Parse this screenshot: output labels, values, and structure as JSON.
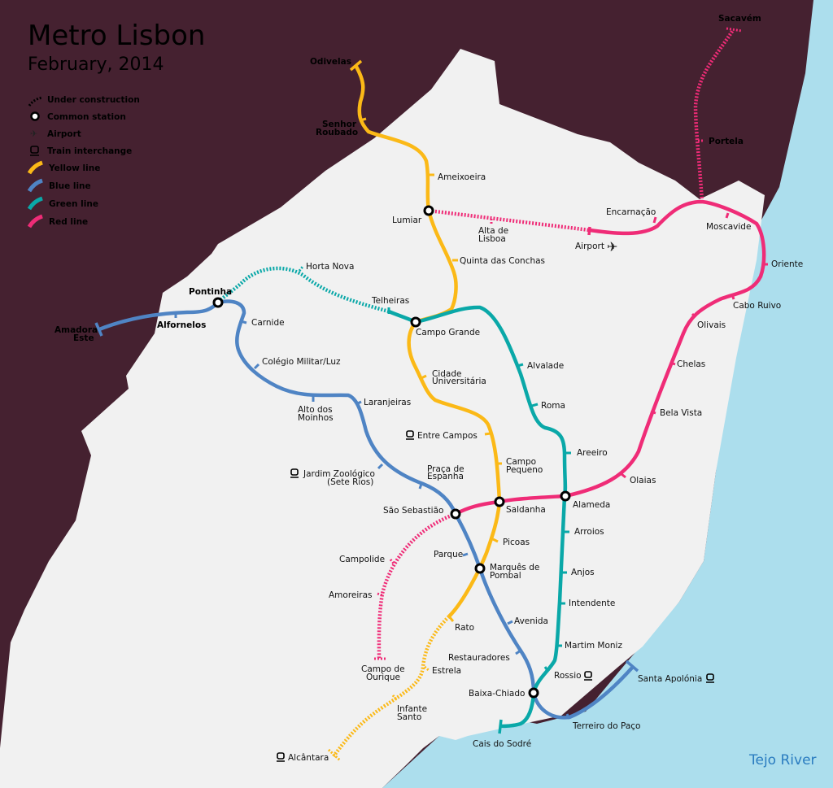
{
  "header": {
    "title": "Metro Lisbon",
    "subtitle": "February, 2014"
  },
  "colors": {
    "background_land_outside": "#452130",
    "land": "#f1f1f1",
    "river": "#acdeed",
    "yellow": "#fbb917",
    "blue": "#4f84c4",
    "green": "#0aa8a8",
    "red": "#ef2c77"
  },
  "legend": {
    "items": [
      {
        "icon": "under-construction-icon",
        "label": "Under construction"
      },
      {
        "icon": "common-station-icon",
        "label": "Common station"
      },
      {
        "icon": "airport-icon",
        "label": "Airport"
      },
      {
        "icon": "train-icon",
        "label": "Train interchange"
      },
      {
        "icon": "yellow-line-icon",
        "label": "Yellow line"
      },
      {
        "icon": "blue-line-icon",
        "label": "Blue line"
      },
      {
        "icon": "green-line-icon",
        "label": "Green line"
      },
      {
        "icon": "red-line-icon",
        "label": "Red line"
      }
    ]
  },
  "river_label": "Tejo River",
  "lines": {
    "yellow": {
      "name": "Yellow line",
      "stations": [
        "Odivelas",
        "Senhor Roubado",
        "Ameixoeira",
        "Lumiar",
        "Quinta das Conchas",
        "Campo Grande",
        "Cidade Universitária",
        "Entre Campos",
        "Campo Pequeno",
        "Saldanha",
        "Picoas",
        "Marquês de Pombal",
        "Rato"
      ],
      "under_construction": [
        "Estrela",
        "Infante Santo",
        "Alcântara"
      ]
    },
    "blue": {
      "name": "Blue line",
      "stations": [
        "Amadora Este",
        "Alfornelos",
        "Pontinha",
        "Carnide",
        "Colégio Militar/Luz",
        "Alto dos Moinhos",
        "Laranjeiras",
        "Jardim Zoológico (Sete Rios)",
        "Praça de Espanha",
        "São Sebastião",
        "Parque",
        "Marquês de Pombal",
        "Avenida",
        "Restauradores",
        "Baixa-Chiado",
        "Terreiro do Paço",
        "Santa Apolónia"
      ]
    },
    "green": {
      "name": "Green line",
      "stations": [
        "Telheiras",
        "Campo Grande",
        "Alvalade",
        "Roma",
        "Areeiro",
        "Alameda",
        "Arroios",
        "Anjos",
        "Intendente",
        "Martim Moniz",
        "Rossio",
        "Baixa-Chiado",
        "Cais do Sodré"
      ],
      "under_construction": [
        "Pontinha",
        "Horta Nova"
      ]
    },
    "red": {
      "name": "Red line",
      "stations": [
        "Airport",
        "Encarnação",
        "Moscavide",
        "Oriente",
        "Cabo Ruivo",
        "Olivais",
        "Chelas",
        "Bela Vista",
        "Olaias",
        "Alameda",
        "Saldanha",
        "São Sebastião"
      ],
      "under_construction": [
        "Lumiar",
        "Alta de Lisboa",
        "Portela",
        "Sacavém",
        "Campolide",
        "Amoreiras",
        "Campo de Ourique"
      ]
    }
  },
  "labels": {
    "odivelas": "Odivelas",
    "senhor_roubado_1": "Senhor",
    "senhor_roubado_2": "Roubado",
    "ameixoeira": "Ameixoeira",
    "lumiar": "Lumiar",
    "alta_lisboa_1": "Alta de",
    "alta_lisboa_2": "Lisboa",
    "quinta_conchas": "Quinta das Conchas",
    "horta_nova": "Horta Nova",
    "telheiras": "Telheiras",
    "campo_grande": "Campo Grande",
    "pontinha": "Pontinha",
    "alfornelos": "Alfornelos",
    "amadora_1": "Amadora",
    "amadora_2": "Este",
    "carnide": "Carnide",
    "colegio": "Colégio Militar/Luz",
    "alto_moinhos_1": "Alto dos",
    "alto_moinhos_2": "Moinhos",
    "laranjeiras": "Laranjeiras",
    "cidade_uni_1": "Cidade",
    "cidade_uni_2": "Universitária",
    "alvalade": "Alvalade",
    "roma": "Roma",
    "entre_campos": "Entre Campos",
    "campo_pequeno_1": "Campo",
    "campo_pequeno_2": "Pequeno",
    "areeiro": "Areeiro",
    "jardim_1": "Jardim Zoológico",
    "jardim_2": "(Sete Rios)",
    "praca_1": "Praça de",
    "praca_2": "Espanha",
    "sao_sebastiao": "São Sebastião",
    "saldanha": "Saldanha",
    "alameda": "Alameda",
    "arroios": "Arroios",
    "picoas": "Picoas",
    "parque": "Parque",
    "marques_1": "Marquês de",
    "marques_2": "Pombal",
    "campolide": "Campolide",
    "amoreiras": "Amoreiras",
    "anjos": "Anjos",
    "intendente": "Intendente",
    "avenida": "Avenida",
    "rato": "Rato",
    "martim_moniz": "Martim Moniz",
    "restauradores": "Restauradores",
    "campo_ourique_1": "Campo de",
    "campo_ourique_2": "Ourique",
    "estrela": "Estrela",
    "rossio": "Rossio",
    "santa_apolonia": "Santa Apolónia",
    "baixa_chiado": "Baixa-Chiado",
    "infante_1": "Infante",
    "infante_2": "Santo",
    "terreiro": "Terreiro do Paço",
    "cais_sodre": "Cais do Sodré",
    "alcantara": "Alcântara",
    "sacavem": "Sacavém",
    "portela": "Portela",
    "encarnacao": "Encarnação",
    "airport": "Airport",
    "moscavide": "Moscavide",
    "oriente": "Oriente",
    "cabo_ruivo": "Cabo Ruivo",
    "olivais": "Olivais",
    "chelas": "Chelas",
    "bela_vista": "Bela Vista",
    "olaias": "Olaias"
  }
}
